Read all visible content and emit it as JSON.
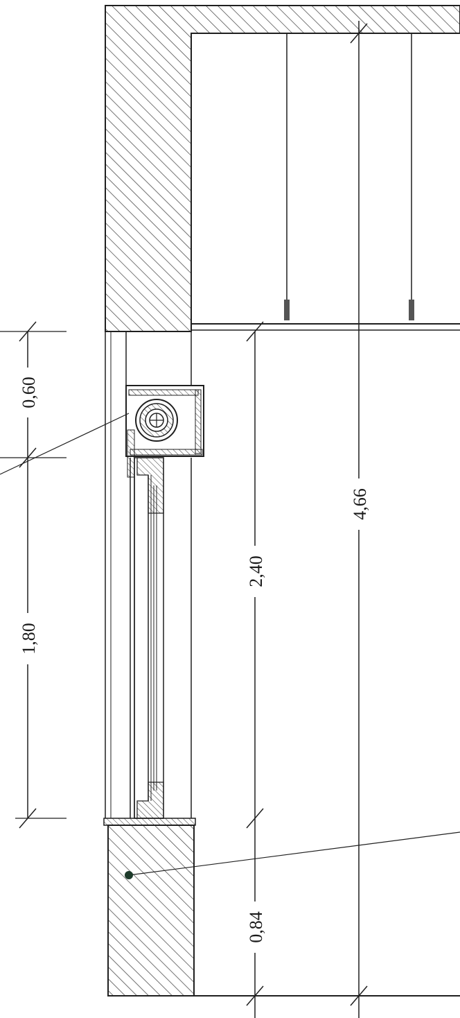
{
  "drawing": {
    "colors": {
      "line": "#1f1f1f",
      "hatch": "#3a3a3a",
      "marker": "#1d3a2a",
      "background": "#ffffff"
    },
    "dimensions": {
      "window_box": "0,60",
      "window_height": "1,80",
      "ceiling_to_sill": "2,40",
      "total_height": "4,66",
      "parapet": "0,84"
    }
  }
}
